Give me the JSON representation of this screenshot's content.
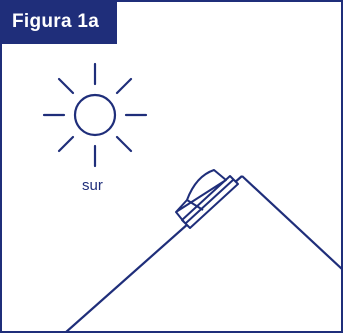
{
  "figure": {
    "title": "Figura 1a",
    "sun_label": "sur"
  },
  "colors": {
    "primary": "#1f2e7a",
    "background": "#ffffff"
  },
  "icons": {
    "sun": "sun-icon",
    "roof": "roof-outline",
    "collector": "solar-collector-icon"
  }
}
